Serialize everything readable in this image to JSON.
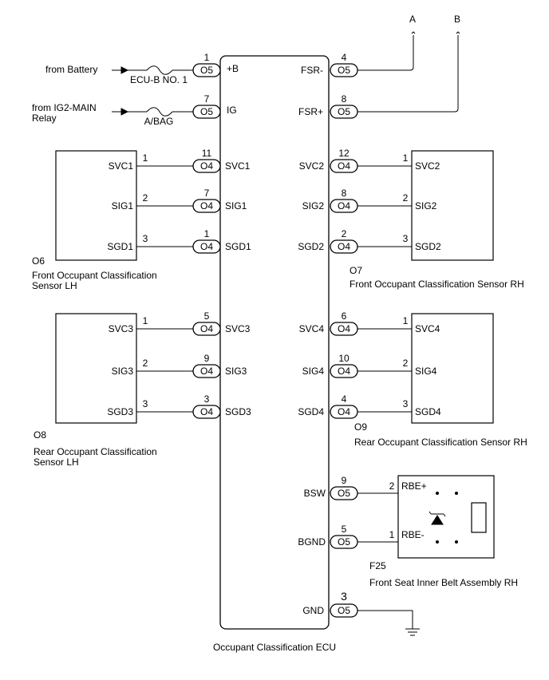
{
  "ecu": {
    "label": "Occupant Classification ECU"
  },
  "inputs": [
    {
      "source": "from Battery",
      "fuse": "ECU-B NO. 1",
      "pin": "1",
      "connector": "O5",
      "terminal": "+B"
    },
    {
      "source": "from IG2-MAIN\nRelay",
      "fuse": "A/BAG",
      "pin": "7",
      "connector": "O5",
      "terminal": "IG"
    }
  ],
  "outputs": [
    {
      "pin": "4",
      "connector": "O5",
      "terminal": "FSR-",
      "link": "A"
    },
    {
      "pin": "8",
      "connector": "O5",
      "terminal": "FSR+",
      "link": "B"
    }
  ],
  "sensors": [
    {
      "id": "O6",
      "name": "Front Occupant Classification\nSensor LH",
      "side": "left",
      "pins": [
        {
          "sensor_pin": "1",
          "sensor_term": "SVC1",
          "ecu_pin": "11",
          "connector": "O4",
          "ecu_term": "SVC1"
        },
        {
          "sensor_pin": "2",
          "sensor_term": "SIG1",
          "ecu_pin": "7",
          "connector": "O4",
          "ecu_term": "SIG1"
        },
        {
          "sensor_pin": "3",
          "sensor_term": "SGD1",
          "ecu_pin": "1",
          "connector": "O4",
          "ecu_term": "SGD1"
        }
      ]
    },
    {
      "id": "O7",
      "name": "Front Occupant Classification Sensor RH",
      "side": "right",
      "pins": [
        {
          "sensor_pin": "1",
          "sensor_term": "SVC2",
          "ecu_pin": "12",
          "connector": "O4",
          "ecu_term": "SVC2"
        },
        {
          "sensor_pin": "2",
          "sensor_term": "SIG2",
          "ecu_pin": "8",
          "connector": "O4",
          "ecu_term": "SIG2"
        },
        {
          "sensor_pin": "3",
          "sensor_term": "SGD2",
          "ecu_pin": "2",
          "connector": "O4",
          "ecu_term": "SGD2"
        }
      ]
    },
    {
      "id": "O8",
      "name": "Rear Occupant Classification\nSensor LH",
      "side": "left",
      "pins": [
        {
          "sensor_pin": "1",
          "sensor_term": "SVC3",
          "ecu_pin": "5",
          "connector": "O4",
          "ecu_term": "SVC3"
        },
        {
          "sensor_pin": "2",
          "sensor_term": "SIG3",
          "ecu_pin": "9",
          "connector": "O4",
          "ecu_term": "SIG3"
        },
        {
          "sensor_pin": "3",
          "sensor_term": "SGD3",
          "ecu_pin": "3",
          "connector": "O4",
          "ecu_term": "SGD3"
        }
      ]
    },
    {
      "id": "O9",
      "name": "Rear Occupant Classification Sensor RH",
      "side": "right",
      "pins": [
        {
          "sensor_pin": "1",
          "sensor_term": "SVC4",
          "ecu_pin": "6",
          "connector": "O4",
          "ecu_term": "SVC4"
        },
        {
          "sensor_pin": "2",
          "sensor_term": "SIG4",
          "ecu_pin": "10",
          "connector": "O4",
          "ecu_term": "SIG4"
        },
        {
          "sensor_pin": "3",
          "sensor_term": "SGD4",
          "ecu_pin": "4",
          "connector": "O4",
          "ecu_term": "SGD4"
        }
      ]
    }
  ],
  "belt": {
    "id": "F25",
    "name": "Front Seat Inner Belt Assembly RH",
    "pins": [
      {
        "ecu_pin": "9",
        "connector": "O5",
        "ecu_term": "BSW",
        "belt_pin": "2",
        "belt_term": "RBE+"
      },
      {
        "ecu_pin": "5",
        "connector": "O5",
        "ecu_term": "BGND",
        "belt_pin": "1",
        "belt_term": "RBE-"
      }
    ]
  },
  "ground": {
    "pin": "3",
    "connector": "O5",
    "terminal": "GND"
  }
}
